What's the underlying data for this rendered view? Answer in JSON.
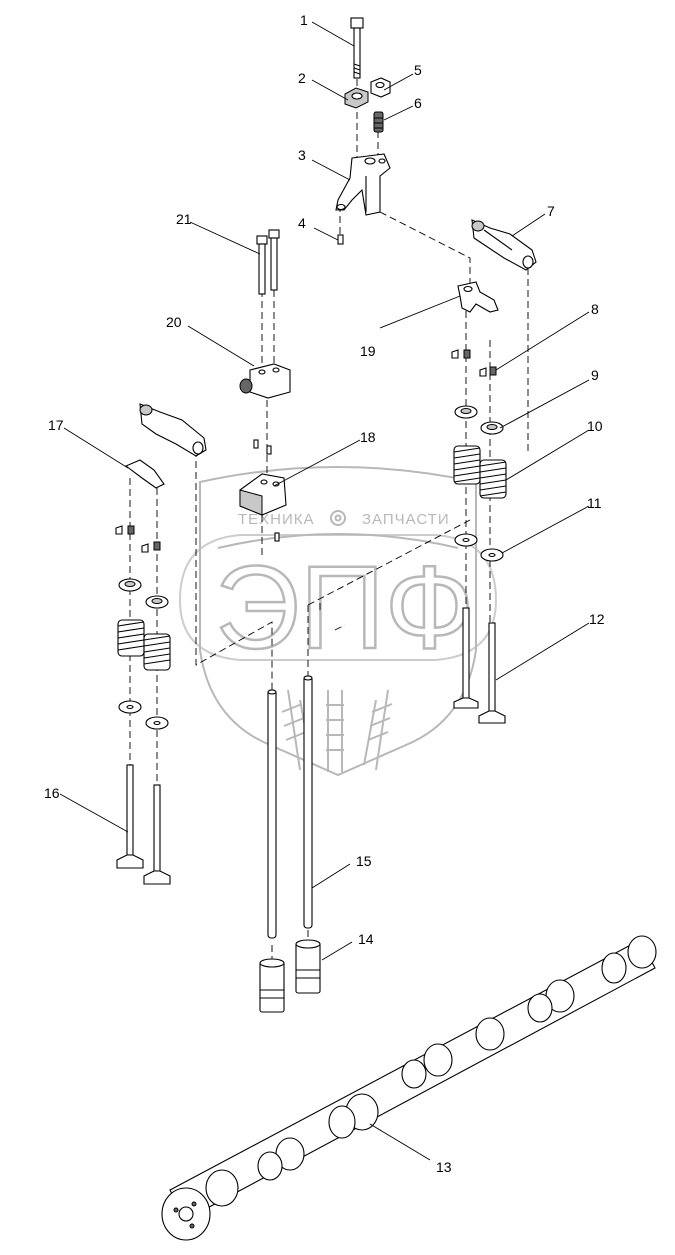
{
  "watermark": {
    "left_word": "ТЕХНИКА",
    "right_word": "ЗАПЧАСТИ",
    "logo": "ЭПФ"
  },
  "callouts": [
    "1",
    "2",
    "3",
    "4",
    "5",
    "6",
    "7",
    "8",
    "9",
    "10",
    "11",
    "12",
    "13",
    "14",
    "15",
    "16",
    "17",
    "18",
    "19",
    "20",
    "21"
  ]
}
